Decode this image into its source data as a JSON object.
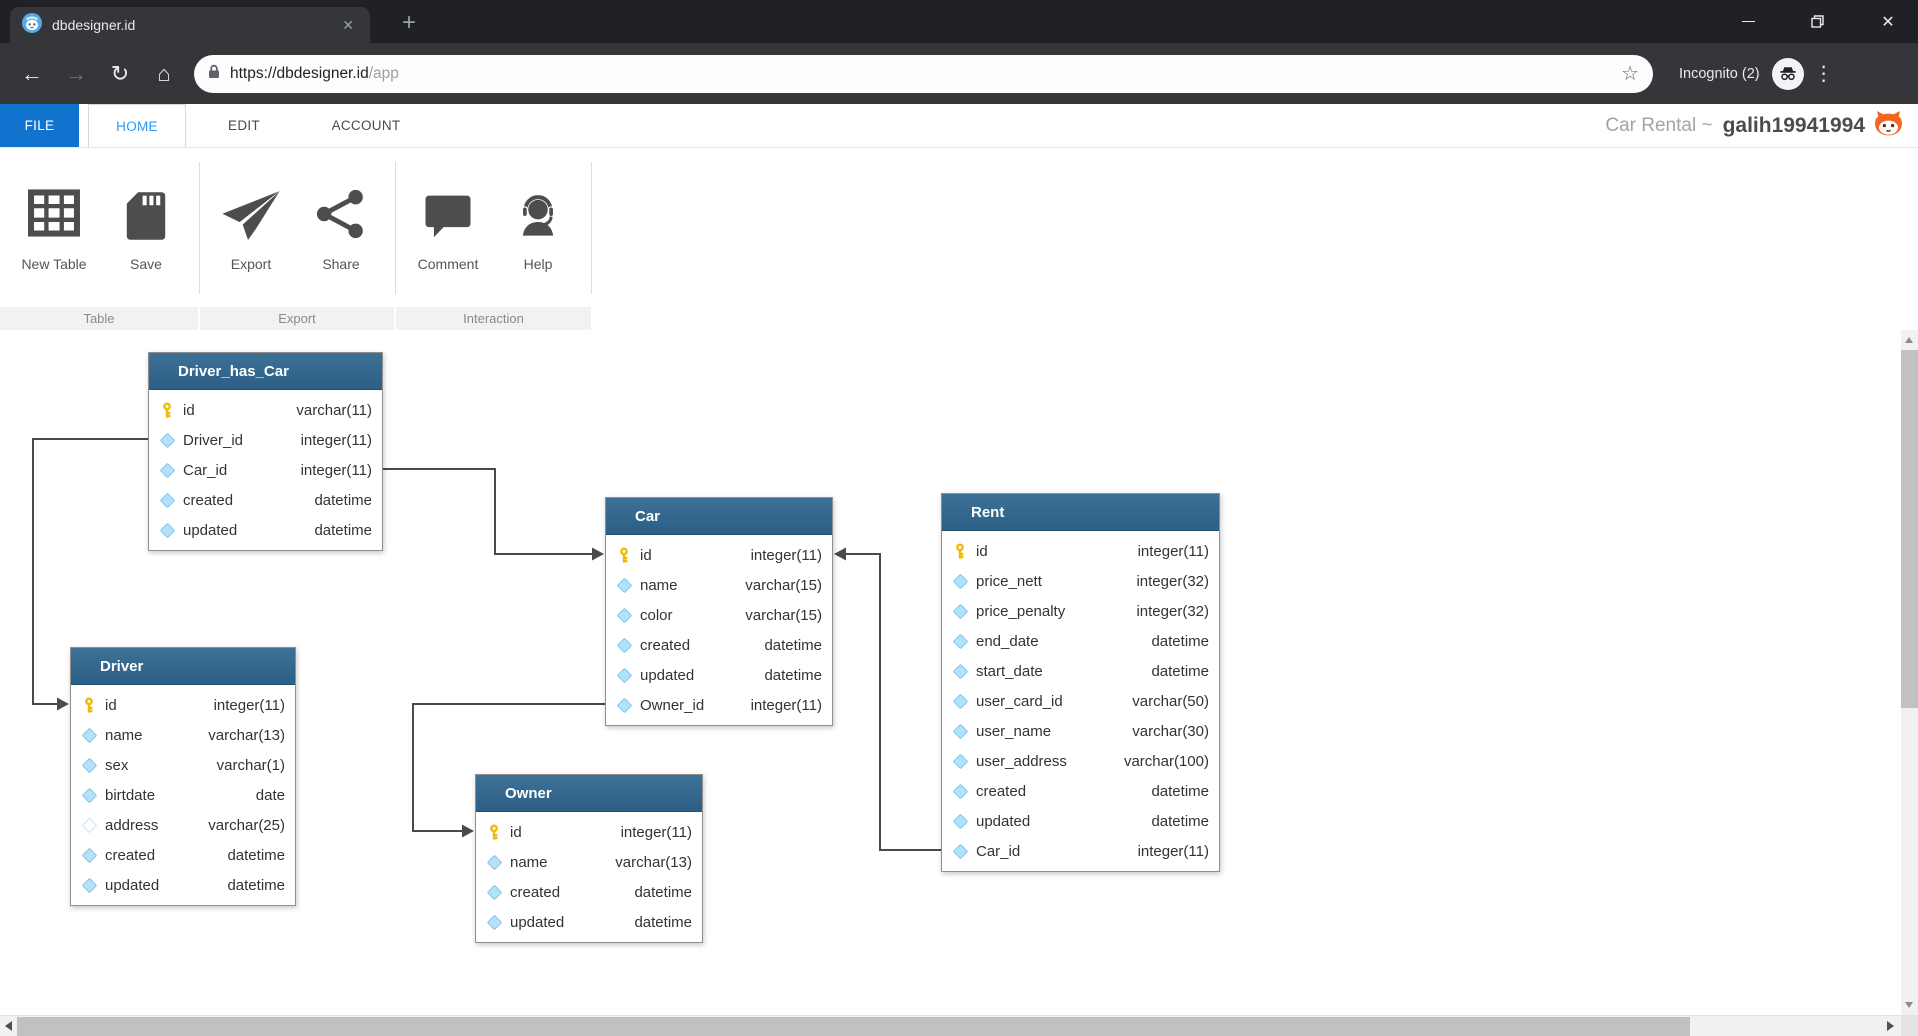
{
  "browser": {
    "tab_title": "dbdesigner.id",
    "url_host": "https://dbdesigner.id",
    "url_path": "/app",
    "incognito_label": "Incognito (2)",
    "icons": {
      "close_tab": "✕",
      "new_tab": "+",
      "back": "←",
      "forward": "→",
      "reload": "↻",
      "home": "⌂",
      "star": "☆",
      "kebab": "⋮",
      "window_close": "✕"
    }
  },
  "menubar": {
    "items": [
      "FILE",
      "HOME",
      "EDIT",
      "ACCOUNT"
    ],
    "project_title": "Car Rental ~",
    "username": "galih19941994"
  },
  "ribbon": {
    "buttons": [
      {
        "label": "New Table",
        "icon": "new-table-icon"
      },
      {
        "label": "Save",
        "icon": "save-icon"
      },
      {
        "label": "Export",
        "icon": "export-icon"
      },
      {
        "label": "Share",
        "icon": "share-icon"
      },
      {
        "label": "Comment",
        "icon": "comment-icon"
      },
      {
        "label": "Help",
        "icon": "help-icon"
      }
    ],
    "groups": [
      "Table",
      "Export",
      "Interaction"
    ]
  },
  "diagram": {
    "tables": [
      {
        "name": "Driver_has_Car",
        "fields": [
          {
            "name": "id",
            "type": "varchar(11)",
            "key": true
          },
          {
            "name": "Driver_id",
            "type": "integer(11)"
          },
          {
            "name": "Car_id",
            "type": "integer(11)"
          },
          {
            "name": "created",
            "type": "datetime"
          },
          {
            "name": "updated",
            "type": "datetime"
          }
        ]
      },
      {
        "name": "Car",
        "fields": [
          {
            "name": "id",
            "type": "integer(11)",
            "key": true
          },
          {
            "name": "name",
            "type": "varchar(15)"
          },
          {
            "name": "color",
            "type": "varchar(15)"
          },
          {
            "name": "created",
            "type": "datetime"
          },
          {
            "name": "updated",
            "type": "datetime"
          },
          {
            "name": "Owner_id",
            "type": "integer(11)"
          }
        ]
      },
      {
        "name": "Rent",
        "fields": [
          {
            "name": "id",
            "type": "integer(11)",
            "key": true
          },
          {
            "name": "price_nett",
            "type": "integer(32)"
          },
          {
            "name": "price_penalty",
            "type": "integer(32)"
          },
          {
            "name": "end_date",
            "type": "datetime"
          },
          {
            "name": "start_date",
            "type": "datetime"
          },
          {
            "name": "user_card_id",
            "type": "varchar(50)"
          },
          {
            "name": "user_name",
            "type": "varchar(30)"
          },
          {
            "name": "user_address",
            "type": "varchar(100)"
          },
          {
            "name": "created",
            "type": "datetime"
          },
          {
            "name": "updated",
            "type": "datetime"
          },
          {
            "name": "Car_id",
            "type": "integer(11)"
          }
        ]
      },
      {
        "name": "Driver",
        "fields": [
          {
            "name": "id",
            "type": "integer(11)",
            "key": true
          },
          {
            "name": "name",
            "type": "varchar(13)"
          },
          {
            "name": "sex",
            "type": "varchar(1)"
          },
          {
            "name": "birtdate",
            "type": "date"
          },
          {
            "name": "address",
            "type": "varchar(25)",
            "nullable": true
          },
          {
            "name": "created",
            "type": "datetime"
          },
          {
            "name": "updated",
            "type": "datetime"
          }
        ]
      },
      {
        "name": "Owner",
        "fields": [
          {
            "name": "id",
            "type": "integer(11)",
            "key": true
          },
          {
            "name": "name",
            "type": "varchar(13)"
          },
          {
            "name": "created",
            "type": "datetime"
          },
          {
            "name": "updated",
            "type": "datetime"
          }
        ]
      }
    ],
    "relations": [
      {
        "from": "Driver_has_Car.Car_id",
        "to": "Car.id"
      },
      {
        "from": "Driver_has_Car.Driver_id",
        "to": "Driver.id"
      },
      {
        "from": "Car.Owner_id",
        "to": "Owner.id"
      },
      {
        "from": "Rent.Car_id",
        "to": "Car.id"
      }
    ]
  },
  "colors": {
    "accent_blue": "#1273cf",
    "active_tab_text": "#2b9af3",
    "table_header_blue": "#336b92",
    "key_yellow": "#f0b90b",
    "diamond_blue": "#b5e2fa",
    "wire_gray": "#4a4a4a",
    "cat_orange": "#f26522"
  }
}
